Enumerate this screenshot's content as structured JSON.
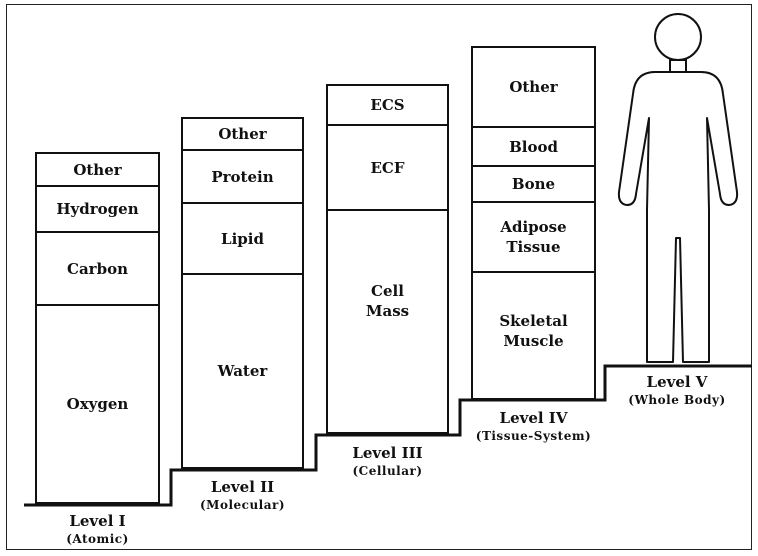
{
  "levels": [
    {
      "title": "Level I",
      "subtitle": "(Atomic)",
      "components": [
        "Other",
        "Hydrogen",
        "Carbon",
        "Oxygen"
      ]
    },
    {
      "title": "Level II",
      "subtitle": "(Molecular)",
      "components": [
        "Other",
        "Protein",
        "Lipid",
        "Water"
      ]
    },
    {
      "title": "Level III",
      "subtitle": "(Cellular)",
      "components": [
        "ECS",
        "ECF",
        "Cell Mass"
      ]
    },
    {
      "title": "Level IV",
      "subtitle": "(Tissue-System)",
      "components": [
        "Other",
        "Blood",
        "Bone",
        "Adipose Tissue",
        "Skeletal Muscle"
      ]
    },
    {
      "title": "Level V",
      "subtitle": "(Whole Body)"
    }
  ]
}
